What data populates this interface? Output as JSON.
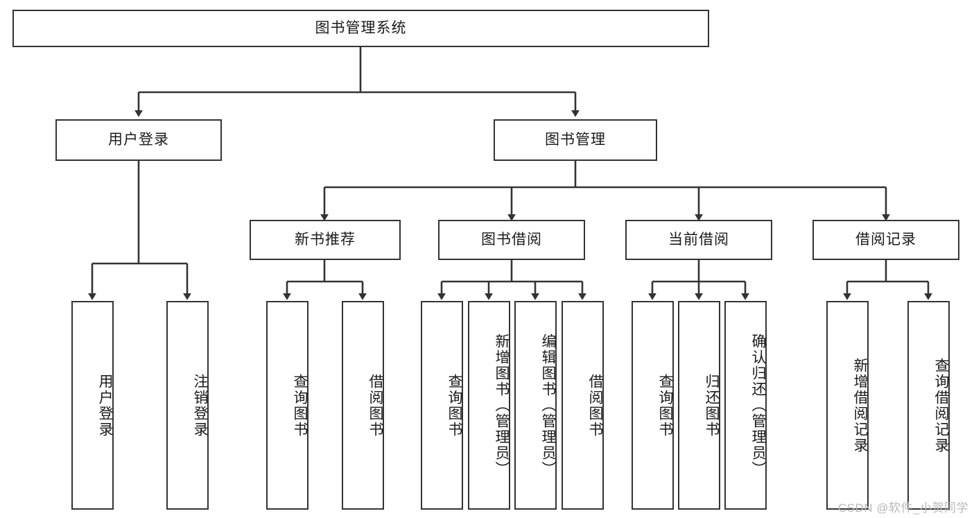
{
  "diagram": {
    "title": "图书管理系统",
    "type": "tree-hierarchy-diagram",
    "watermark": "CSDN @软件_小贺同学",
    "colors": {
      "background": "#ffffff",
      "box_border": "#333333",
      "box_fill": "#ffffff",
      "edge": "#333333",
      "text": "#1a1a1a",
      "watermark": "#b9b9b9"
    },
    "nodes": {
      "root": {
        "label": "图书管理系统",
        "level": 0
      },
      "level1": [
        {
          "id": "user-login",
          "label": "用户登录"
        },
        {
          "id": "book-manage",
          "label": "图书管理"
        }
      ],
      "level2": [
        {
          "id": "new-book-rec",
          "label": "新书推荐",
          "parent": "book-manage"
        },
        {
          "id": "book-borrow",
          "label": "图书借阅",
          "parent": "book-manage"
        },
        {
          "id": "current-borrow",
          "label": "当前借阅",
          "parent": "book-manage"
        },
        {
          "id": "borrow-record",
          "label": "借阅记录",
          "parent": "book-manage"
        }
      ],
      "leaves": [
        {
          "id": "leaf-user-login",
          "label": "用户登录",
          "parent": "user-login"
        },
        {
          "id": "leaf-logout",
          "label": "注销登录",
          "parent": "user-login"
        },
        {
          "id": "leaf-query-book-1",
          "label": "查询图书",
          "parent": "new-book-rec"
        },
        {
          "id": "leaf-borrow-book-1",
          "label": "借阅图书",
          "parent": "new-book-rec"
        },
        {
          "id": "leaf-query-book-2",
          "label": "查询图书",
          "parent": "book-borrow"
        },
        {
          "id": "leaf-add-book",
          "label": "新增图书（管理员）",
          "parent": "book-borrow"
        },
        {
          "id": "leaf-edit-book",
          "label": "编辑图书（管理员）",
          "parent": "book-borrow"
        },
        {
          "id": "leaf-borrow-book-2",
          "label": "借阅图书",
          "parent": "book-borrow"
        },
        {
          "id": "leaf-query-book-3",
          "label": "查询图书",
          "parent": "current-borrow"
        },
        {
          "id": "leaf-return-book",
          "label": "归还图书",
          "parent": "current-borrow"
        },
        {
          "id": "leaf-confirm-return",
          "label": "确认归还（管理员）",
          "parent": "current-borrow"
        },
        {
          "id": "leaf-add-record",
          "label": "新增借阅记录",
          "parent": "borrow-record"
        },
        {
          "id": "leaf-query-record",
          "label": "查询借阅记录",
          "parent": "borrow-record"
        }
      ]
    }
  }
}
